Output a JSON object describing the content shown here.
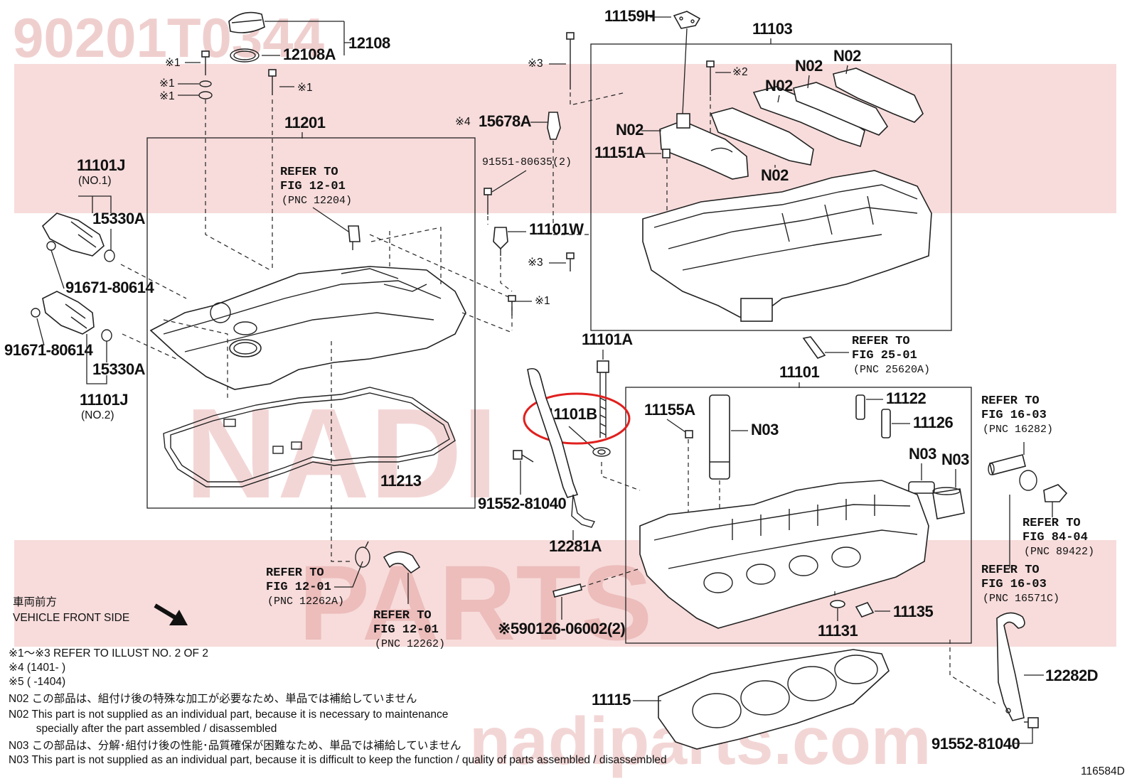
{
  "title_part_number": "90201T0344",
  "watermark": {
    "brand_top": "NADI",
    "brand_bottom": "PARTS",
    "site": "nadiparts.com"
  },
  "callouts": {
    "c12108": "12108",
    "c12108A": "12108A",
    "c11201": "11201",
    "c11101J_1": "11101J",
    "c11101J_1_sub": "(NO.1)",
    "c15330A_1": "15330A",
    "c91671_1": "91671-80614",
    "c91671_2": "91671-80614",
    "c15330A_2": "15330A",
    "c11101J_2": "11101J",
    "c11101J_2_sub": "(NO.2)",
    "c11213": "11213",
    "c11159H": "11159H",
    "c11103": "11103",
    "c15678A": "15678A",
    "c15678A_mark": "※4",
    "c91551": "91551-80635(2)",
    "c11101W": "11101W",
    "c11151A": "11151A",
    "c11101A": "11101A",
    "c11101B": "11101B",
    "c11101": "11101",
    "c11155A": "11155A",
    "c11122": "11122",
    "c11126": "11126",
    "c91552_1": "91552-81040",
    "c12281A": "12281A",
    "c11135": "11135",
    "c11131": "11131",
    "c590126": "※590126-06002(2)",
    "c11115": "11115",
    "c12282D": "12282D",
    "c91552_2": "91552-81040",
    "fig_code": "116584D",
    "n02_a": "N02",
    "n02_b": "N02",
    "n02_c": "N02",
    "n02_d": "N02",
    "n02_e": "N02",
    "n03_a": "N03",
    "n03_b": "N03",
    "n03_c": "N03",
    "m1_a": "※1",
    "m1_b": "※1",
    "m1_c": "※1",
    "m1_d": "※1",
    "m1_e": "※1",
    "m2": "※2",
    "m3_a": "※3",
    "m3_b": "※3"
  },
  "refer_blocks": [
    {
      "id": "ref_12204",
      "l1": "REFER TO",
      "l2": "FIG 12-01",
      "l3": "(PNC 12204)"
    },
    {
      "id": "ref_25620A",
      "l1": "REFER TO",
      "l2": "FIG 25-01",
      "l3": "(PNC 25620A)"
    },
    {
      "id": "ref_16282",
      "l1": "REFER TO",
      "l2": "FIG 16-03",
      "l3": "(PNC 16282)"
    },
    {
      "id": "ref_89422",
      "l1": "REFER TO",
      "l2": "FIG 84-04",
      "l3": "(PNC 89422)"
    },
    {
      "id": "ref_16571C",
      "l1": "REFER TO",
      "l2": "FIG 16-03",
      "l3": "(PNC 16571C)"
    },
    {
      "id": "ref_12262A",
      "l1": "REFER TO",
      "l2": "FIG 12-01",
      "l3": "(PNC 12262A)"
    },
    {
      "id": "ref_12262",
      "l1": "REFER TO",
      "l2": "FIG 12-01",
      "l3": "(PNC 12262)"
    }
  ],
  "vehicle_front": {
    "jp": "車両前方",
    "en": "VEHICLE FRONT SIDE"
  },
  "notes": [
    "※1～※3  REFER TO ILLUST NO. 2 OF 2",
    "※4 (1401-      )",
    "※5 (      -1404)",
    "N02  この部品は、組付け後の特殊な加工が必要なため、単品では補給していません",
    "N02  This part is not supplied as an individual part, because it is necessary to maintenance",
    "         specially after the part assembled / disassembled",
    "N03  この部品は、分解･組付け後の性能･品質確保が困難なため、単品では補給していません",
    "N03  This part is not supplied as an individual part, because it is difficult to keep the function / quality of parts  assembled / disassembled"
  ],
  "colors": {
    "highlight": "#e0201e",
    "line": "#222222",
    "watermark": "#e79a98"
  }
}
